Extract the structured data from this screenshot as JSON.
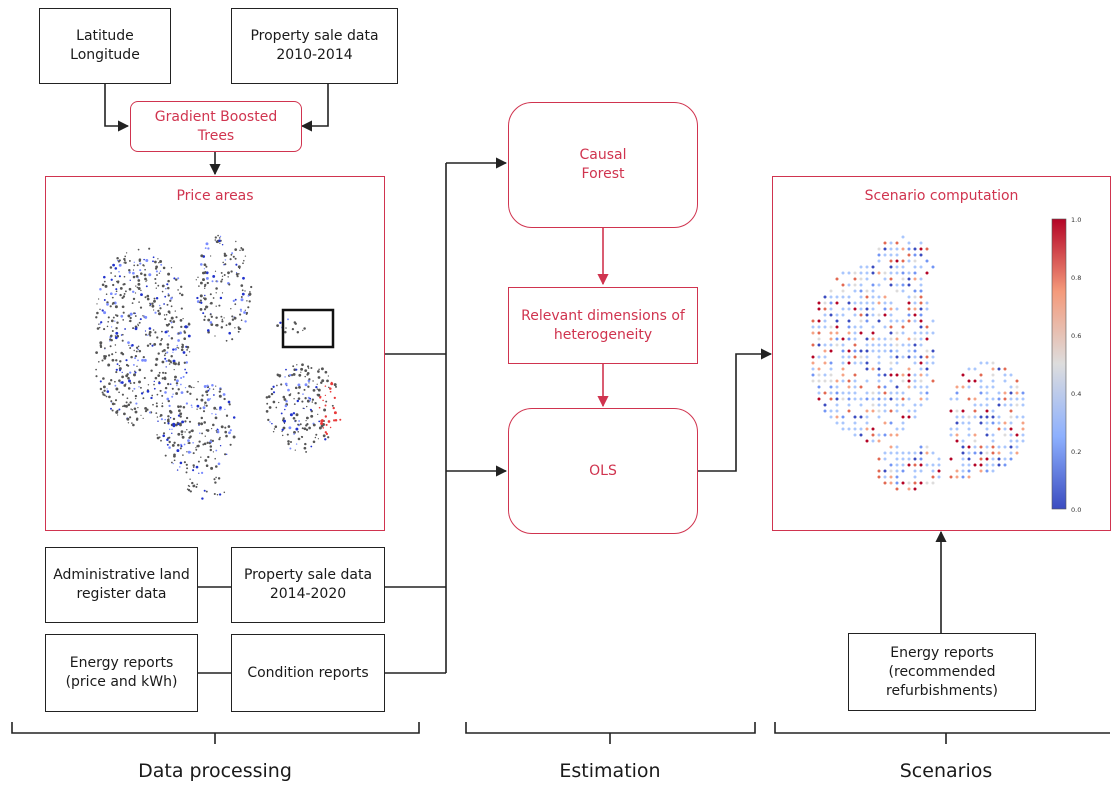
{
  "colors": {
    "accent": "#d0344f",
    "line": "#222222"
  },
  "inputs": {
    "latlon": "Latitude\nLongitude",
    "sales_2010": "Property sale data\n2010-2014",
    "admin": "Administrative land\nregister data",
    "sales_2014": "Property sale data\n2014-2020",
    "energy": "Energy reports\n(price and kWh)",
    "condition": "Condition reports"
  },
  "processing": {
    "gbt": "Gradient Boosted\nTrees",
    "price_areas": "Price areas"
  },
  "estimation": {
    "causal_forest": "Causal\nForest",
    "relevant_dims": "Relevant dimensions of\nheterogeneity",
    "ols": "OLS"
  },
  "scenarios": {
    "computation": "Scenario computation",
    "energy_refurb": "Energy reports\n(recommended\nrefurbishments)",
    "colorbar_ticks": [
      "1.0",
      "0.8",
      "0.6",
      "0.4",
      "0.2",
      "0.0"
    ]
  },
  "sections": {
    "data_processing": "Data processing",
    "estimation": "Estimation",
    "scenarios": "Scenarios"
  }
}
